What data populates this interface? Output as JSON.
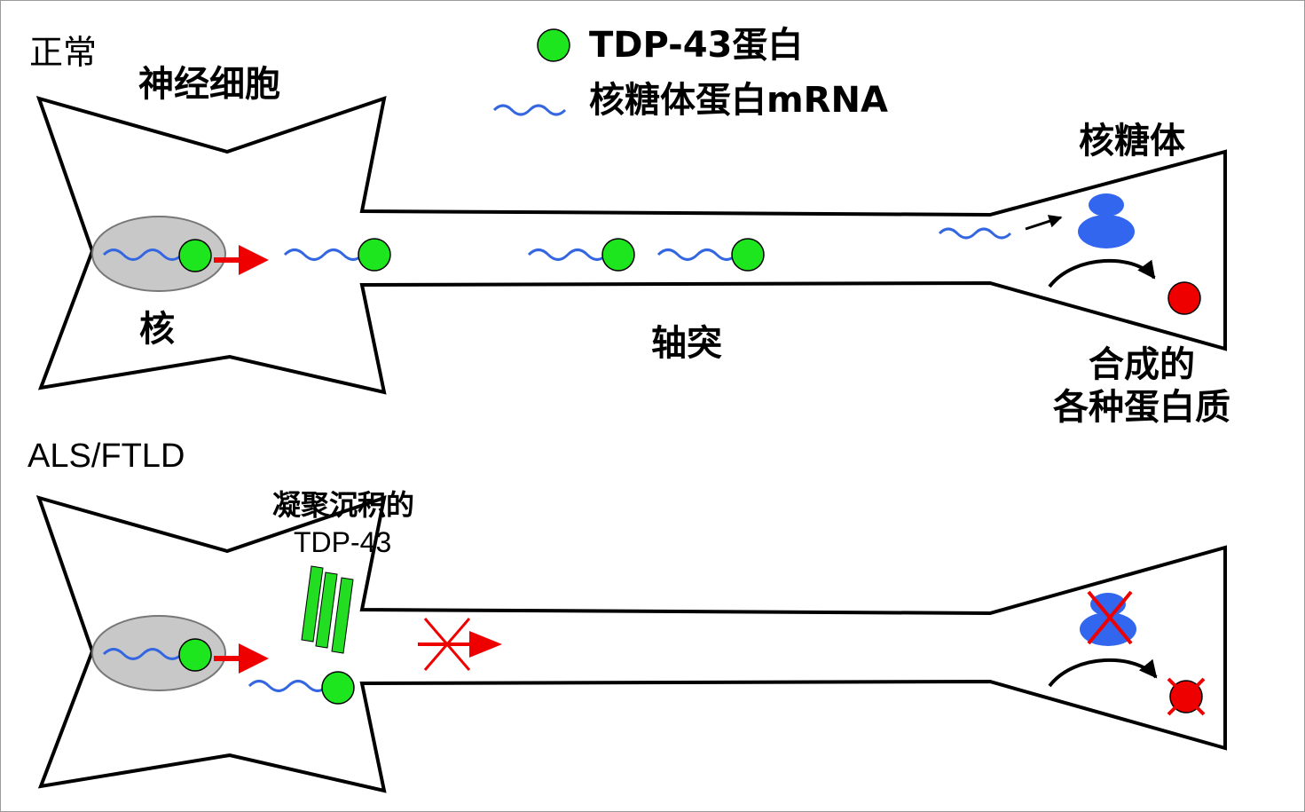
{
  "legend": {
    "protein_label": "TDP-43蛋白",
    "mrna_label": "核糖体蛋白mRNA"
  },
  "normal": {
    "section_label": "正常",
    "neuron_label": "神经细胞",
    "nucleus_label": "核",
    "axon_label": "轴突",
    "ribosome_label": "核糖体",
    "product_label_line1": "合成的",
    "product_label_line2": "各种蛋白质"
  },
  "disease": {
    "section_label": "ALS/FTLD",
    "aggregate_label_line1": "凝聚沉积的",
    "aggregate_label_line2": "TDP-43"
  },
  "colors": {
    "protein": "#1ee61e",
    "mrna": "#3366e0",
    "ribosome": "#3366ee",
    "product": "#ee0000",
    "nucleus_fill": "#c8c8c8",
    "transport_arrow": "#ee0000",
    "block_mark": "#ee0000",
    "aggregate": "#22dd22"
  },
  "icons": {
    "protein": "green-circle-icon",
    "mrna": "wavy-line-icon",
    "ribosome": "ribosome-icon",
    "product": "red-circle-icon",
    "blocked": "red-x-icon"
  }
}
